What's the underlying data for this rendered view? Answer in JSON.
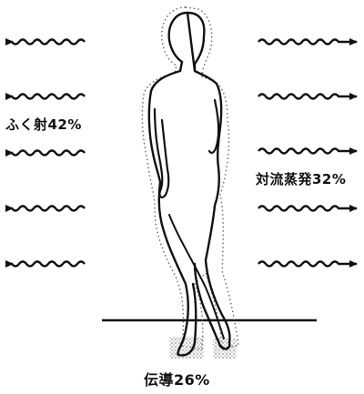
{
  "labels": {
    "radiation": "ふく射42%",
    "convection": "対流蒸発32%",
    "conduction": "伝導26%"
  },
  "colors": {
    "ink": "#111111",
    "stipple": "#555555",
    "background": "#ffffff"
  },
  "icons": {
    "wavy_arrow_left": "wavy-arrow-left-icon",
    "wavy_arrow_right": "wavy-arrow-right-icon"
  }
}
